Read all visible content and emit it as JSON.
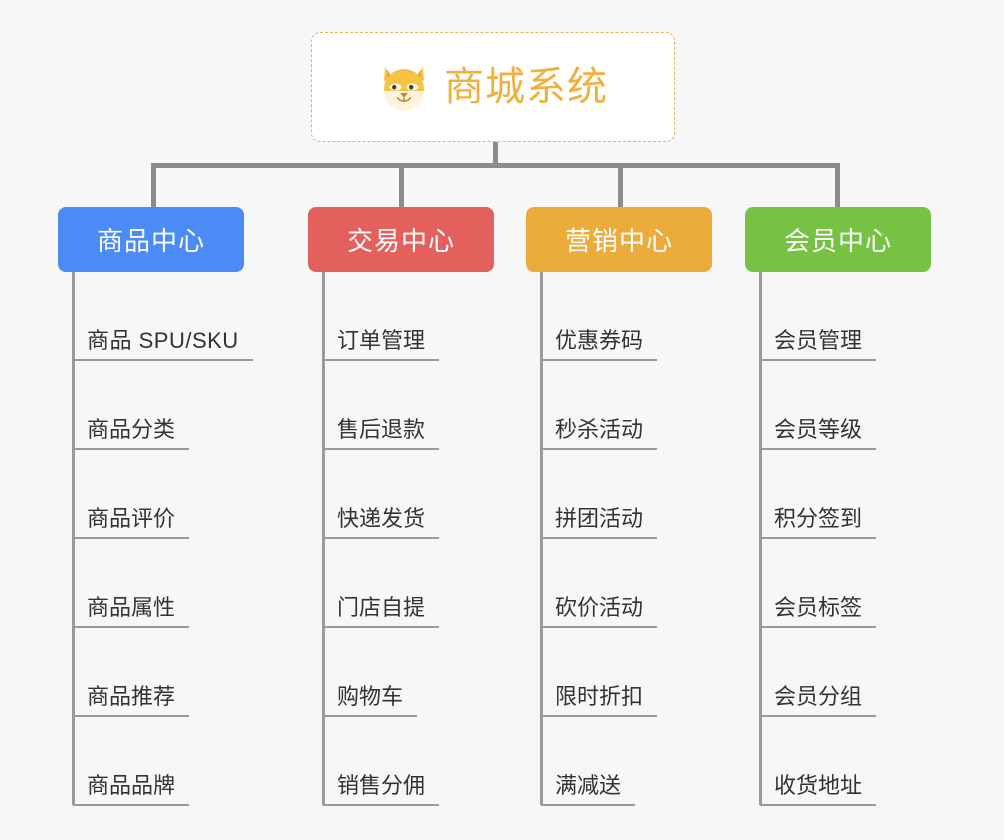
{
  "root": {
    "title": "商城系统",
    "icon": "dog-face-icon",
    "accent_color": "#f0b03c",
    "border_color": "#e8b15c",
    "background": "#ffffff"
  },
  "canvas": {
    "background_color": "#f7f7f7",
    "connector_color": "#8c8c8c"
  },
  "categories": [
    {
      "label": "商品中心",
      "color": "#4a8bf5",
      "items": [
        "商品 SPU/SKU",
        "商品分类",
        "商品评价",
        "商品属性",
        "商品推荐",
        "商品品牌"
      ]
    },
    {
      "label": "交易中心",
      "color": "#e4605c",
      "items": [
        "订单管理",
        "售后退款",
        "快递发货",
        "门店自提",
        "购物车",
        "销售分佣"
      ]
    },
    {
      "label": "营销中心",
      "color": "#ebac3a",
      "items": [
        "优惠券码",
        "秒杀活动",
        "拼团活动",
        "砍价活动",
        "限时折扣",
        "满减送"
      ]
    },
    {
      "label": "会员中心",
      "color": "#76c242",
      "items": [
        "会员管理",
        "会员等级",
        "积分签到",
        "会员标签",
        "会员分组",
        "收货地址"
      ]
    }
  ]
}
